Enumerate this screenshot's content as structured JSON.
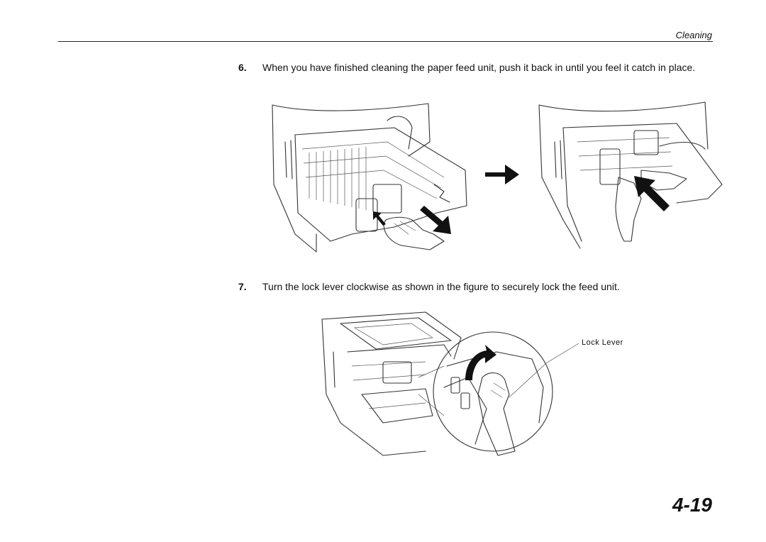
{
  "header": {
    "section": "Cleaning"
  },
  "steps": [
    {
      "number": "6.",
      "text": "When you have finished cleaning the paper feed unit, push it back in until you feel it catch in place."
    },
    {
      "number": "7.",
      "text": "Turn the lock lever clockwise as shown in the figure to securely lock the feed unit."
    }
  ],
  "figure": {
    "callout": "Lock Lever"
  },
  "footer": {
    "page_number": "4-19"
  }
}
